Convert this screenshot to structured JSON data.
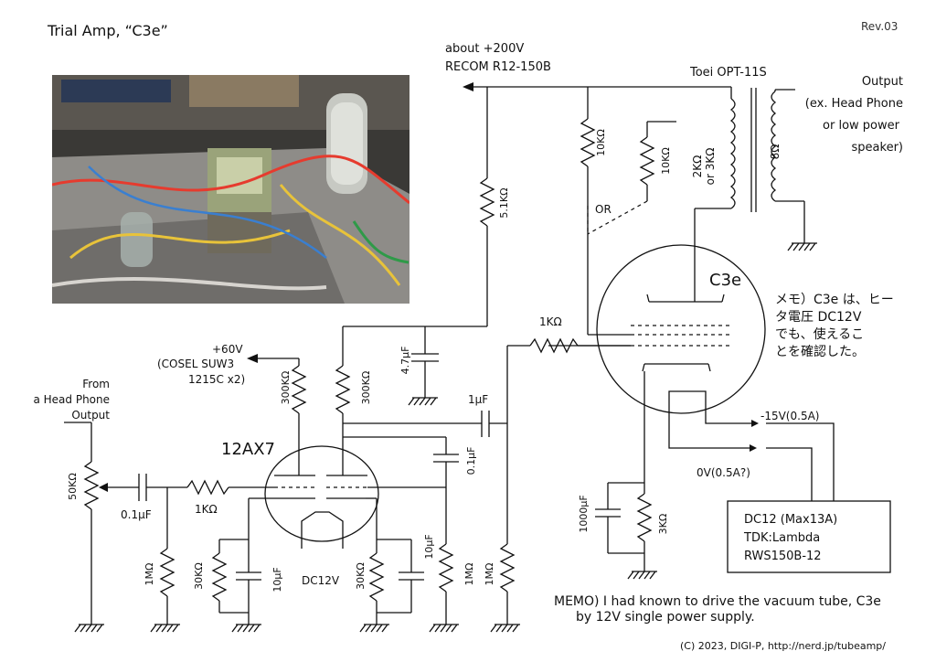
{
  "header": {
    "title": "Trial Amp, “C3e”",
    "revision": "Rev.03"
  },
  "photo": {
    "icon": "amplifier-photo-icon"
  },
  "power": {
    "b_plus_voltage": "about +200V",
    "b_plus_supply": "RECOM R12-150B",
    "g_plus_voltage": "+60V",
    "g_plus_supply_line1": "(COSEL SUW3",
    "g_plus_supply_line2": "1215C x2)"
  },
  "transformer": {
    "name": "Toei OPT-11S",
    "primary": "2KΩ\nor 3KΩ",
    "secondary": "8Ω"
  },
  "output": {
    "label": "Output",
    "note_line1": "(ex. Head Phone",
    "note_line2": "or low power",
    "note_line3": "speaker)"
  },
  "input": {
    "line1": "From",
    "line2": "a Head Phone",
    "line3": "Output"
  },
  "tubes": {
    "driver": "12AX7",
    "output": "C3e",
    "heater": "DC12V"
  },
  "components": {
    "r_10k_a": "10KΩ",
    "r_10k_b": "10KΩ",
    "or": "OR",
    "r_5k1": "5.1KΩ",
    "c_4u7": "4.7μF",
    "r_1k_grid": "1KΩ",
    "c_1u": "1μF",
    "r_300k_a": "300KΩ",
    "r_300k_b": "300KΩ",
    "c_0u1_bypass": "0.1μF",
    "pot_50k": "50KΩ",
    "c_0u1_in": "0.1μF",
    "r_1k_in": "1KΩ",
    "r_1m_a": "1MΩ",
    "r_30k_a": "30KΩ",
    "c_10u_a": "10μF",
    "r_30k_b": "30KΩ",
    "c_10u_b": "10μF",
    "r_1m_b": "1MΩ",
    "r_1m_c": "1MΩ",
    "c_1000u": "1000μF",
    "r_3k": "3KΩ"
  },
  "heater_supply": {
    "minus15": "-15V(0.5A)",
    "zero": "0V(0.5A?)",
    "box_line1": "DC12 (Max13A)",
    "box_line2": "TDK:Lambda",
    "box_line3": "RWS150B-12"
  },
  "memo": {
    "jp": "メモ）C3e は、ヒー\nタ電圧 DC12V\nでも、使えるこ\nとを確認した。",
    "en_line1": "MEMO) I had known to drive the vacuum tube, C3e",
    "en_line2": "by 12V single power supply."
  },
  "footer": {
    "copyright": "(C) 2023, DIGI-P, http://nerd.jp/tubeamp/"
  }
}
